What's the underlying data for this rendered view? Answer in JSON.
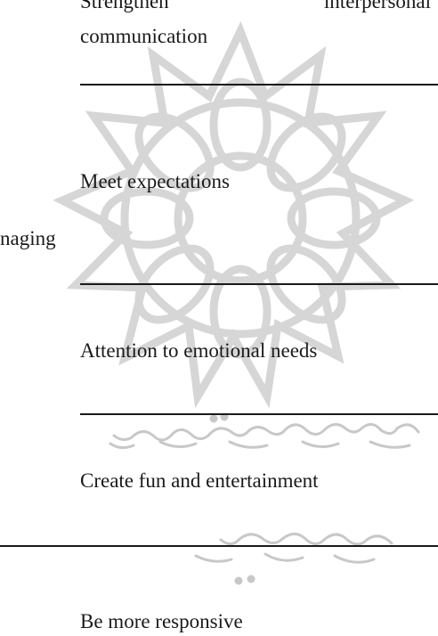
{
  "rows": [
    {
      "line1_left": "Strengthen",
      "line1_right": "interpersonal",
      "line2": "communication"
    },
    {
      "text": "Meet expectations"
    },
    {
      "text": "Attention to emotional needs"
    },
    {
      "text": "Create fun and entertainment"
    },
    {
      "text": "Be more responsive"
    }
  ],
  "side_label": "naging",
  "watermark": {
    "logo": "star-rosette-emblem",
    "arabic_line1": "پژوهشگاه علوم انسانی و مطالعات فرهنگی",
    "arabic_line2": "پرتال جامع علوم انسانی",
    "color": "#cccccc"
  }
}
